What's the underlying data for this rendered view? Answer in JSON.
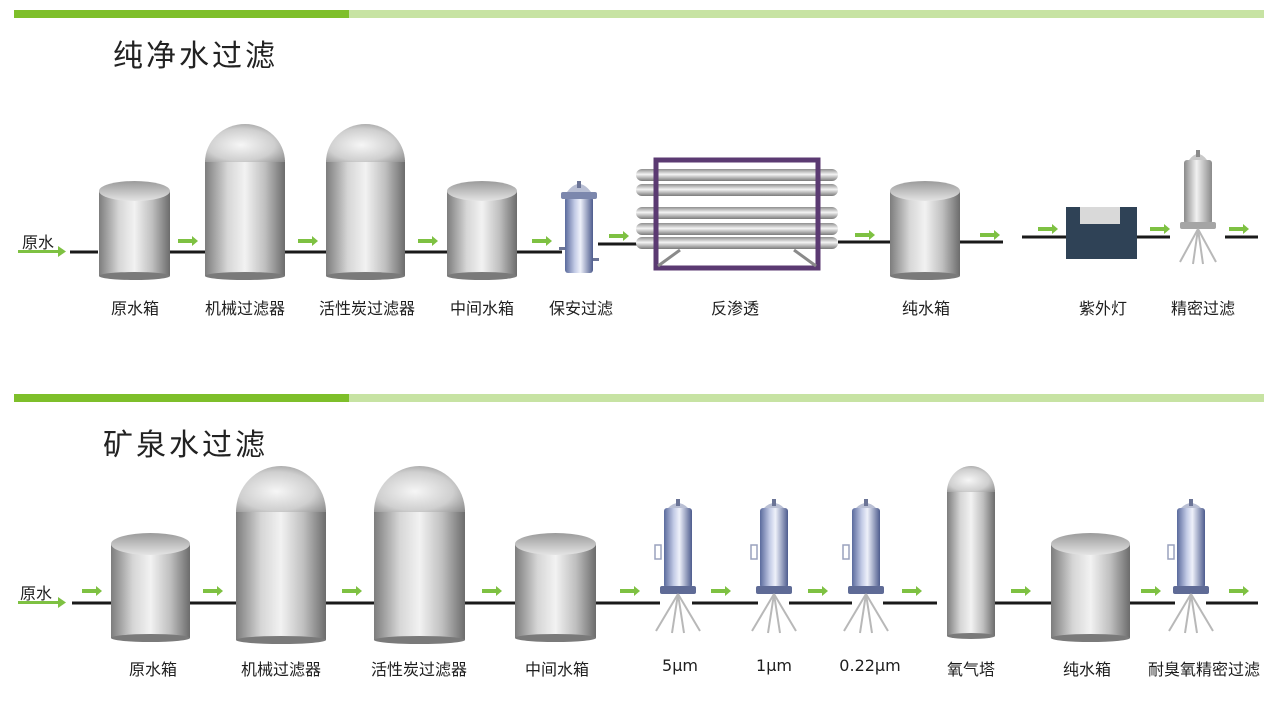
{
  "sections": [
    {
      "title": "纯净水过滤",
      "raw_label": "原水",
      "labels": [
        "原水箱",
        "机械过滤器",
        "活性炭过滤器",
        "中间水箱",
        "保安过滤",
        "反渗透",
        "纯水箱",
        "紫外灯",
        "精密过滤"
      ]
    },
    {
      "title": "矿泉水过滤",
      "raw_label": "原水",
      "labels": [
        "原水箱",
        "机械过滤器",
        "活性炭过滤器",
        "中间水箱",
        "5μm",
        "1μm",
        "0.22μm",
        "氧气塔",
        "纯水箱",
        "耐臭氧精密过滤"
      ]
    }
  ],
  "colors": {
    "accent_dark": "#7ebf2a",
    "accent_light": "#c7e3a3",
    "flow_arrow": "#7ec142",
    "ro_frame": "#5b3a72",
    "uv_box": "#2f4256",
    "pipe": "#1a1a1a"
  },
  "icons": {
    "flow": "green-arrow-icon",
    "tank": "cylinder-tank-icon",
    "filter_housing": "cartridge-filter-icon",
    "ro_unit": "membrane-rack-icon",
    "uv_lamp": "uv-box-icon"
  }
}
